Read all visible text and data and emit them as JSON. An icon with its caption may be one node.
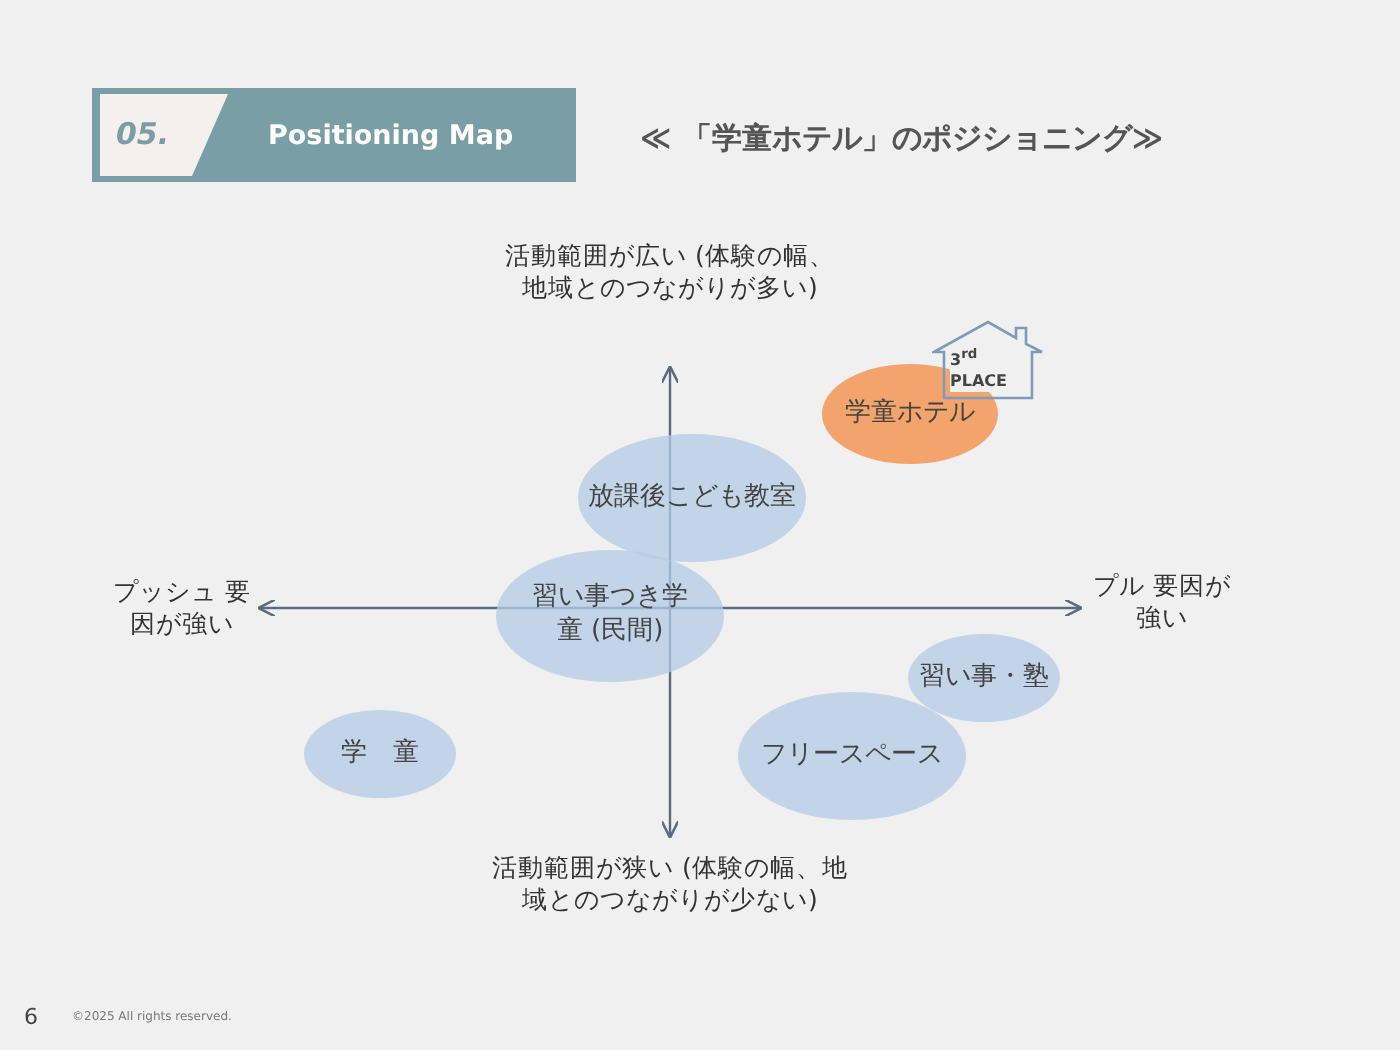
{
  "diagram": {
    "title": "≪ 「学童ホテル」のポジショニング≫",
    "nodes": [
      {
        "text": [
          "3$^{rd}$ PLACE"
        ]
      },
      {
        "text": [
          "学童ホテル"
        ]
      },
      {
        "text": [
          "放課後こども教室"
        ]
      },
      {
        "text": [
          "習い事つき学童 (民間)"
        ]
      },
      {
        "text": [
          "習い事・塾"
        ]
      },
      {
        "text": [
          "学　童"
        ]
      },
      {
        "text": [
          "フリースペース"
        ]
      }
    ],
    "labels": [
      "05.",
      "Positioning Map",
      "活動範囲が広い (体験の幅、地域とのつながりが多い)",
      "プッシュ 要因が強い",
      "プル 要因が強い",
      "活動範囲が狭い (体験の幅、地域とのつながりが少ない)",
      "6",
      "©2025 All rights reserved."
    ]
  }
}
